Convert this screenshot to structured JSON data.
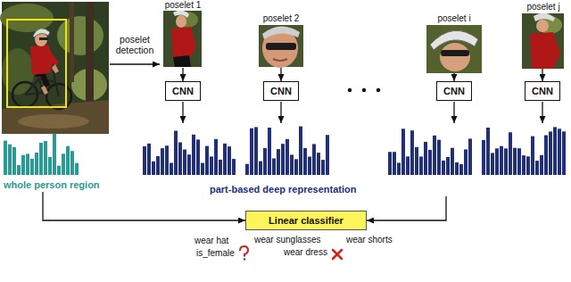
{
  "diagram": {
    "nodes": [
      {
        "text": [
          "poselet 1"
        ]
      },
      {
        "text": [
          "poselet 2"
        ]
      },
      {
        "text": [
          "poselet i"
        ]
      },
      {
        "text": [
          "poselet j"
        ]
      },
      {
        "text": [
          "CNN"
        ]
      },
      {
        "text": [
          "CNN"
        ]
      },
      {
        "text": [
          "CNN"
        ]
      },
      {
        "text": [
          "CNN"
        ]
      },
      {
        "text": [
          "whole person region"
        ]
      },
      {
        "text": [
          "part-based deep representation"
        ]
      },
      {
        "text": [
          "Linear classifier"
        ]
      }
    ],
    "edges": [
      {
        "from": 0,
        "to": 4,
        "arrow": "to"
      },
      {
        "from": 1,
        "to": 5,
        "arrow": "to"
      },
      {
        "from": 2,
        "to": 6,
        "arrow": "to"
      },
      {
        "from": 3,
        "to": 7,
        "arrow": "to"
      },
      {
        "from": 8,
        "to": 10,
        "arrow": "to"
      },
      {
        "from": 9,
        "to": 10,
        "arrow": "to"
      }
    ],
    "labels": [
      "poselet detection",
      "wear hat",
      "is_female",
      "wear sunglasses",
      "wear dress",
      "wear shorts"
    ]
  }
}
